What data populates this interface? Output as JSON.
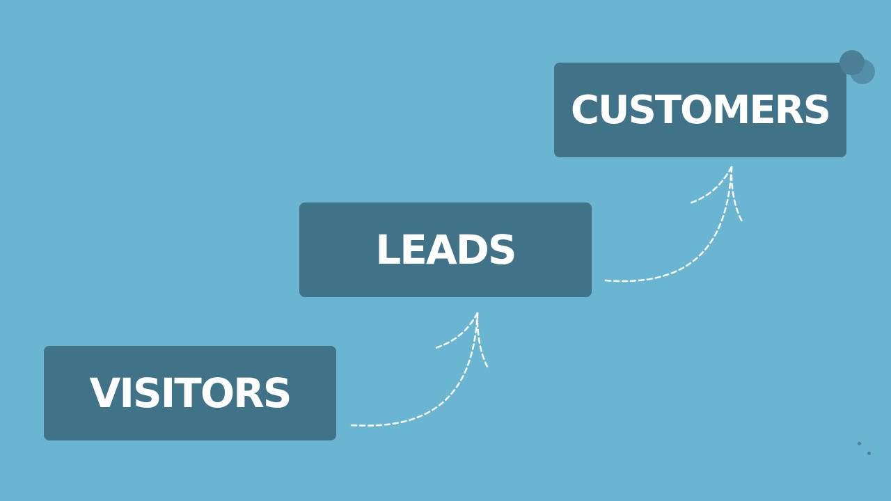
{
  "colors": {
    "background": "#6ab6d2",
    "box": "#417388",
    "text": "#ffffff",
    "arrow": "#ffffff",
    "decor": "#4a7f96"
  },
  "steps": [
    {
      "label": "VISITORS"
    },
    {
      "label": "LEADS"
    },
    {
      "label": "CUSTOMERS"
    }
  ],
  "connectors": [
    {
      "from": "VISITORS",
      "to": "LEADS",
      "style": "dashed-curved-arrow"
    },
    {
      "from": "LEADS",
      "to": "CUSTOMERS",
      "style": "dashed-curved-arrow"
    }
  ]
}
